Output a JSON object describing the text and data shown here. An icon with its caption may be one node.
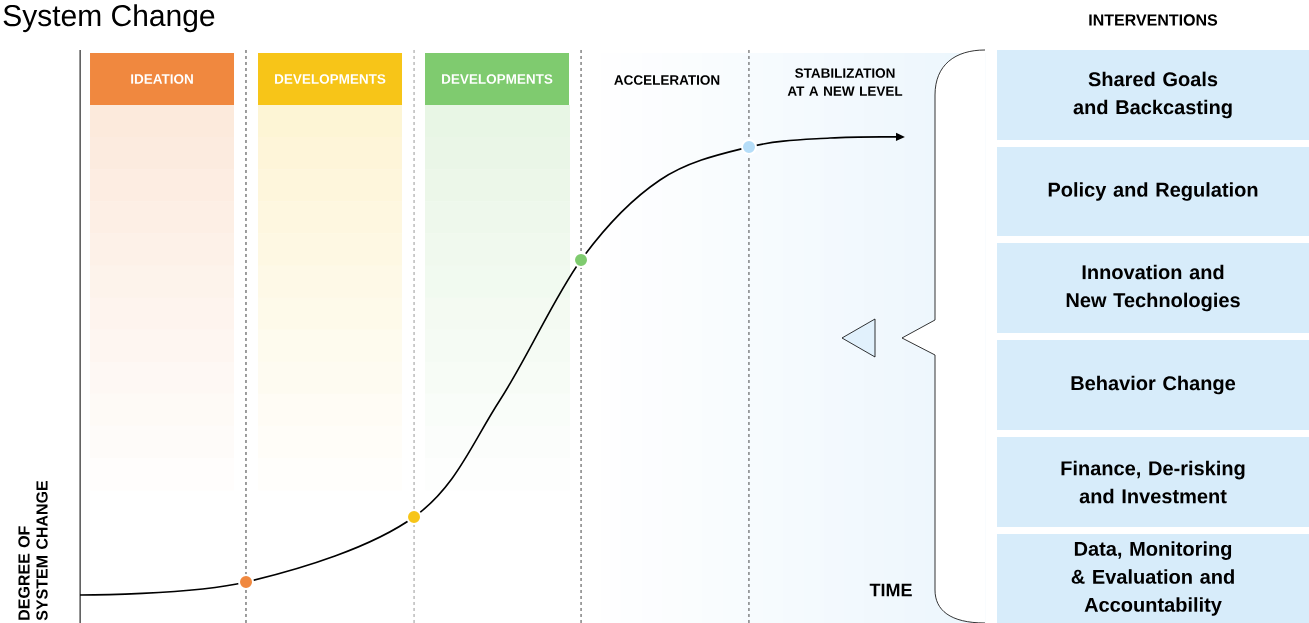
{
  "diagram": {
    "title": "System Change",
    "nodes": [
      {
        "text": [
          "IDEATION"
        ]
      },
      {
        "text": [
          "DEVELOPMENTS"
        ]
      },
      {
        "text": [
          "DEVELOPMENTS"
        ]
      },
      {
        "text": [
          "Shared Goals and Backcasting"
        ]
      },
      {
        "text": [
          "Policy and Regulation"
        ]
      },
      {
        "text": [
          "Innovation and New Technologies"
        ]
      },
      {
        "text": [
          "Behavior Change"
        ]
      },
      {
        "text": [
          "Finance, De-risking and Investment"
        ]
      },
      {
        "text": [
          "Data, Monitoring & Evaluation and Accountability"
        ]
      }
    ],
    "labels": [
      "ACCELERATION",
      "STABILIZATION AT A NEW LEVEL",
      "INTERVENTIONS",
      "DEGREE OF SYSTEM CHANGE",
      "TIME"
    ]
  }
}
